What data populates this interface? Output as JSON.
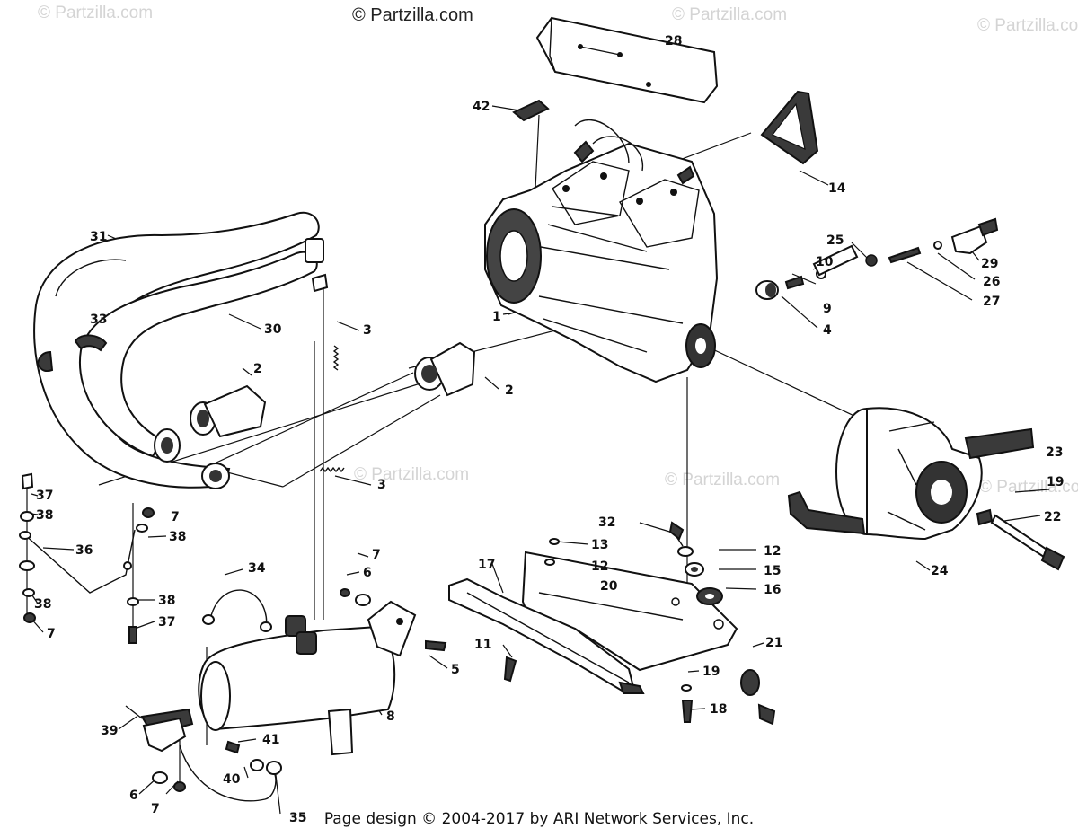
{
  "watermark": "© Partzilla.com",
  "brand_text": "© Partzilla.com",
  "footer_text": "Page design © 2004-2017 by ARI Network Services, Inc.",
  "callouts": {
    "c1": "1",
    "c2a": "2",
    "c2b": "2",
    "c3a": "3",
    "c3b": "3",
    "c4": "4",
    "c5": "5",
    "c6a": "6",
    "c6b": "6",
    "c7a": "7",
    "c7b": "7",
    "c7c": "7",
    "c7d": "7",
    "c8": "8",
    "c9": "9",
    "c10": "10",
    "c11": "11",
    "c12a": "12",
    "c12b": "12",
    "c13": "13",
    "c14": "14",
    "c15": "15",
    "c16": "16",
    "c17": "17",
    "c18": "18",
    "c19a": "19",
    "c19b": "19",
    "c20": "20",
    "c21": "21",
    "c22": "22",
    "c23": "23",
    "c24": "24",
    "c25": "25",
    "c26": "26",
    "c27": "27",
    "c28": "28",
    "c29": "29",
    "c30": "30",
    "c31": "31",
    "c32": "32",
    "c33": "33",
    "c34": "34",
    "c35": "35",
    "c36": "36",
    "c37a": "37",
    "c37b": "37",
    "c38a": "38",
    "c38b": "38",
    "c38c": "38",
    "c38d": "38",
    "c39": "39",
    "c40": "40",
    "c41": "41",
    "c42": "42"
  }
}
